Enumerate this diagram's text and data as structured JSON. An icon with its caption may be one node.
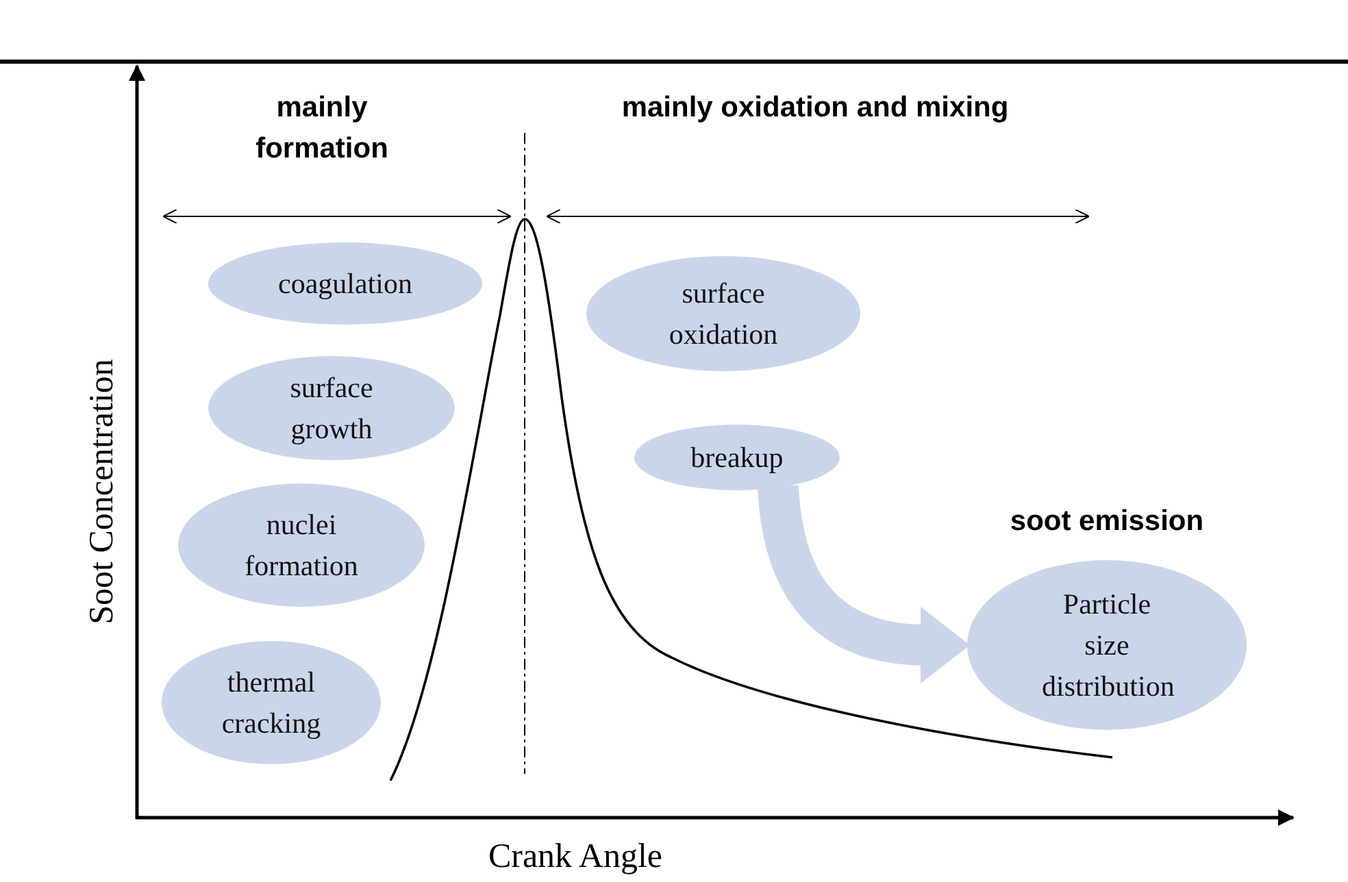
{
  "diagram": {
    "nodes": [
      {
        "text": [
          "coagulation"
        ]
      },
      {
        "text": [
          "surface growth"
        ]
      },
      {
        "text": [
          "nuclei formation"
        ]
      },
      {
        "text": [
          "thermal cracking"
        ]
      },
      {
        "text": [
          "surface oxidation"
        ]
      },
      {
        "text": [
          "breakup"
        ]
      },
      {
        "text": [
          "soot emission",
          "Particle size distribution"
        ]
      }
    ],
    "edges": [
      {
        "from": 5,
        "to": 6,
        "arrow": "to"
      }
    ],
    "labels": [
      "mainly formation",
      "mainly oxidation and mixing",
      "Soot Concentration",
      "Crank Angle"
    ]
  }
}
